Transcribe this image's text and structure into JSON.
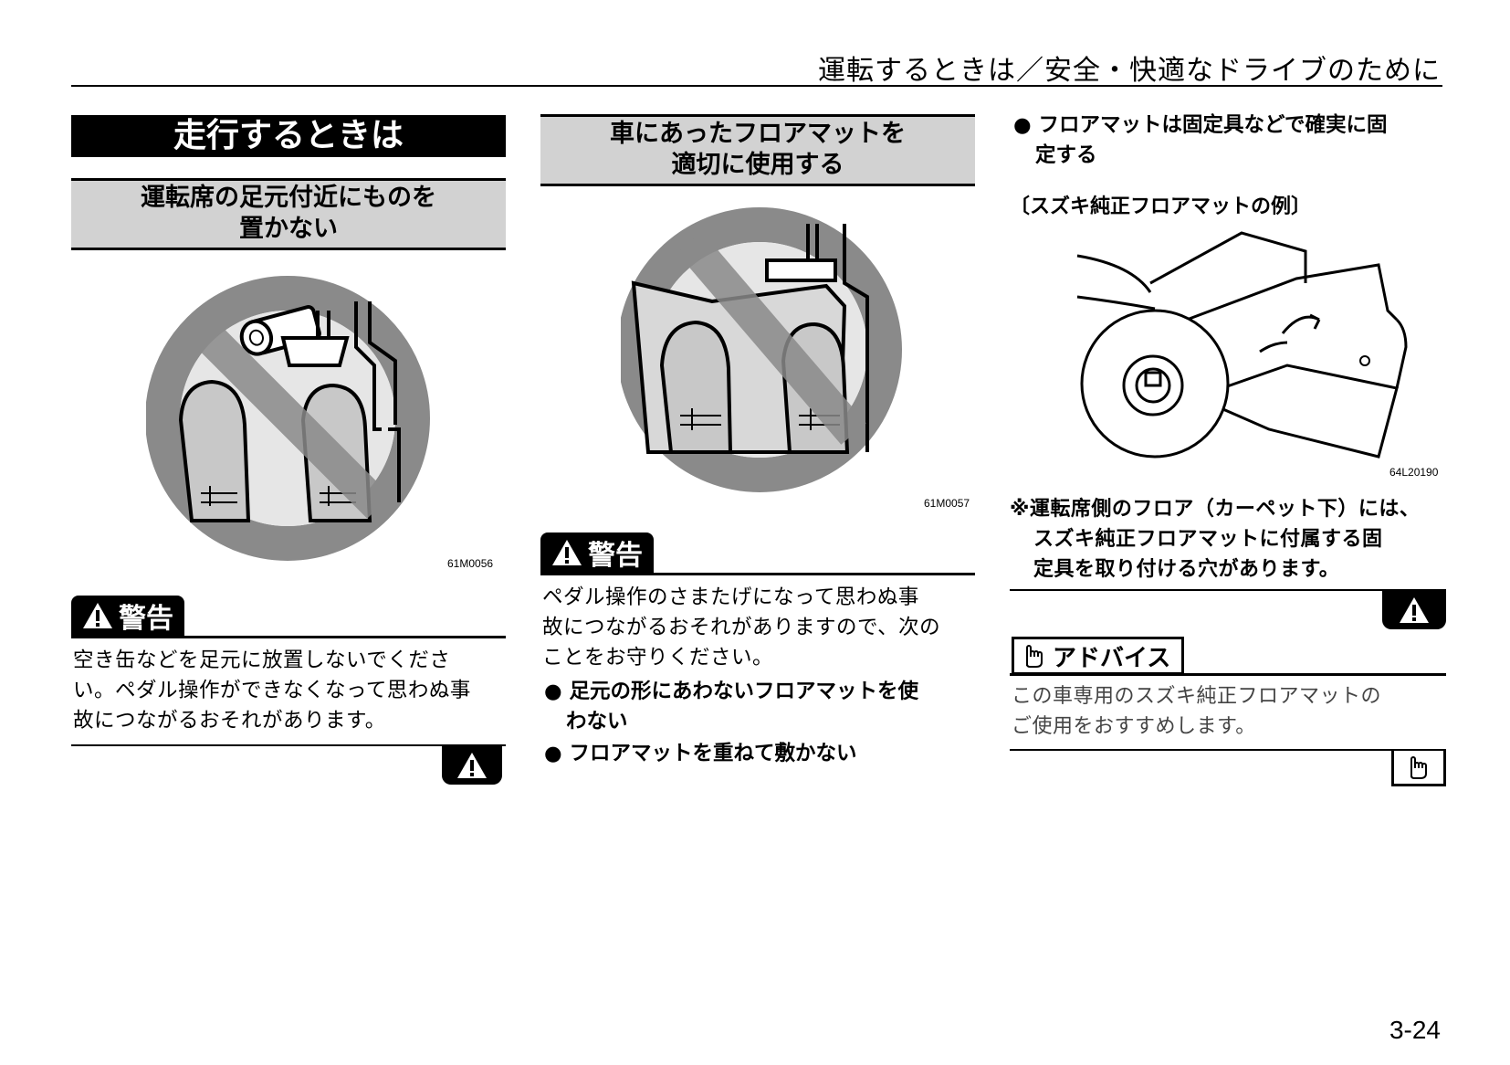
{
  "header": {
    "title": "運転するときは／安全・快適なドライブのために"
  },
  "left": {
    "banner": "走行するときは",
    "subhead_line1": "運転席の足元付近にものを",
    "subhead_line2": "置かない",
    "figure_code": "61M0056",
    "warning_label": "警告",
    "warning_lines": [
      "空き缶などを足元に放置しないでくださ",
      "い。ペダル操作ができなくなって思わぬ事",
      "故につながるおそれがあります。"
    ]
  },
  "middle": {
    "subhead_line1": "車にあったフロアマットを",
    "subhead_line2": "適切に使用する",
    "figure_code": "61M0057",
    "warning_label": "警告",
    "warning_lines": [
      "ペダル操作のさまたげになって思わぬ事",
      "故につながるおそれがありますので、次の",
      "ことをお守りください。"
    ],
    "bullet1_line1": "● 足元の形にあわないフロアマットを使",
    "bullet1_line2": "わない",
    "bullet2": "● フロアマットを重ねて敷かない"
  },
  "right": {
    "bullet_line1": "● フロアマットは固定具などで確実に固",
    "bullet_line2": "定する",
    "example_caption": "〔スズキ純正フロアマットの例〕",
    "figure_code": "64L20190",
    "note_lines": [
      "※運転席側のフロア（カーペット下）には、",
      "スズキ純正フロアマットに付属する固",
      "定具を取り付ける穴があります。"
    ],
    "advice_label": "アドバイス",
    "advice_lines": [
      "この車専用のスズキ純正フロアマットの",
      "ご使用をおすすめします。"
    ]
  },
  "page_number": "3-24",
  "icons": [
    "warning-triangle-icon",
    "advice-hand-icon",
    "prohibition-sign-icon"
  ],
  "colors": {
    "banner": "#000000",
    "subhead_fill": "#d2d2d2",
    "prohibition_gray": "#8a8a8a"
  }
}
